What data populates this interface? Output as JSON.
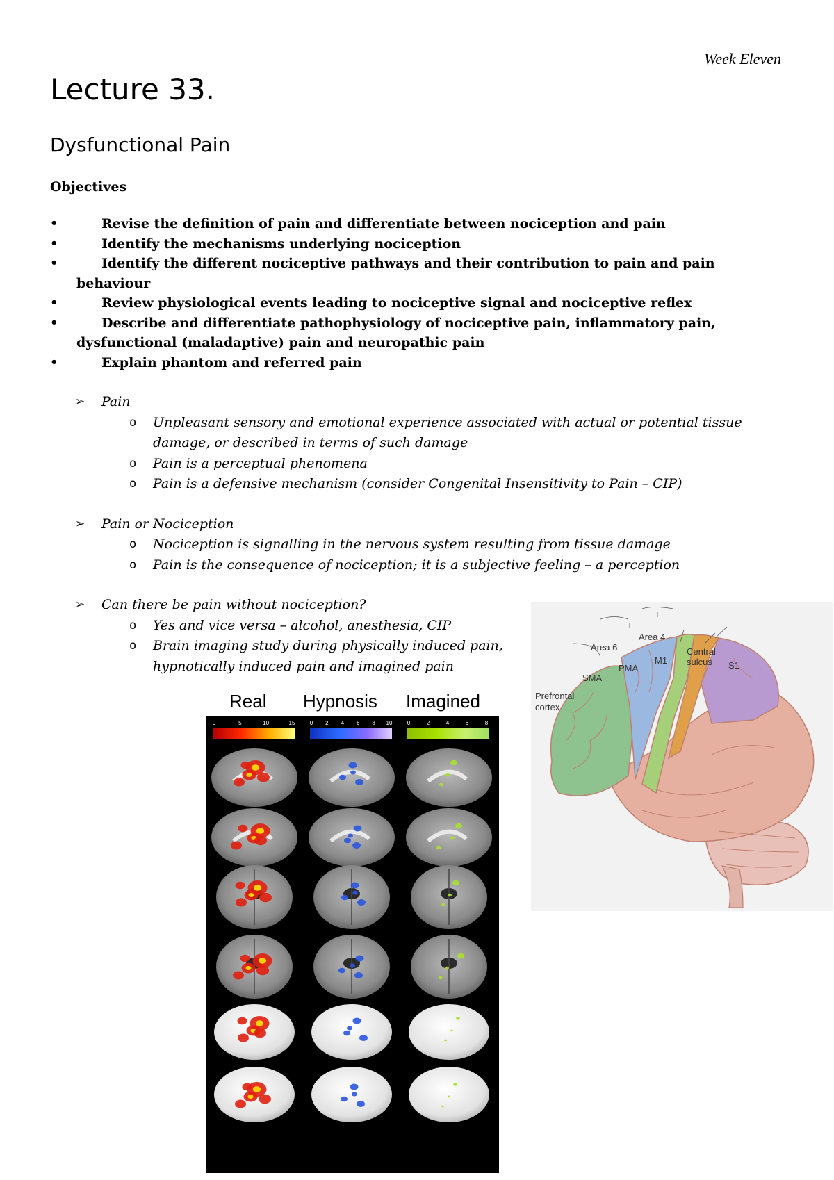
{
  "header": {
    "week": "Week Eleven"
  },
  "title": "Lecture 33.",
  "subtitle": "Dysfunctional Pain",
  "objectives": {
    "heading": "Objectives",
    "items": [
      "Revise the definition of pain and differentiate between nociception and pain",
      "Identify the mechanisms underlying nociception",
      "Identify the different nociceptive pathways and their contribution to pain and pain behaviour",
      "Review physiological events leading to nociceptive signal and nociceptive reflex",
      "Describe and differentiate pathophysiology of nociceptive pain, inflammatory pain, dysfunctional (maladaptive) pain and neuropathic pain",
      "Explain phantom and referred pain"
    ]
  },
  "sections": [
    {
      "heading": "Pain",
      "points": [
        "Unpleasant sensory and emotional experience associated with actual or potential tissue damage, or described in terms of such damage",
        "Pain is a perceptual phenomena",
        "Pain is a defensive mechanism (consider Congenital Insensitivity to Pain – CIP)"
      ]
    },
    {
      "heading": "Pain or Nociception",
      "points": [
        "Nociception is signalling in the nervous system resulting from tissue damage",
        "Pain is the consequence of nociception; it is a subjective feeling – a perception"
      ]
    },
    {
      "heading": "Can there be pain without nociception?",
      "points": [
        "Yes and vice versa – alcohol, anesthesia, CIP",
        "Brain imaging study during physically induced pain, hypnotically induced pain and imagined pain"
      ]
    }
  ],
  "fmri_figure": {
    "columns": [
      "Real",
      "Hypnosis",
      "Imagined"
    ],
    "scales": [
      {
        "ticks": [
          "0",
          "5",
          "10",
          "15"
        ],
        "colors": [
          "#b00000",
          "#ff2a00",
          "#ffb000",
          "#ffff80"
        ]
      },
      {
        "ticks": [
          "0",
          "2",
          "4",
          "6",
          "8",
          "10"
        ],
        "colors": [
          "#1030c0",
          "#2a6bff",
          "#8b6bff",
          "#e0d0ff"
        ]
      },
      {
        "ticks": [
          "0",
          "2",
          "4",
          "6",
          "8"
        ],
        "colors": [
          "#8fbf00",
          "#a8e000",
          "#c8f070",
          "#a0e060"
        ]
      }
    ],
    "colors": {
      "real": "#e02010",
      "hypnosis": "#2a55e0",
      "imagined": "#a8e030"
    }
  },
  "brain_figure": {
    "labels": {
      "area4": "Area 4",
      "area6": "Area 6",
      "central": "Central",
      "sulcus": "sulcus",
      "pma": "PMA",
      "m1": "M1",
      "s1": "S1",
      "sma": "SMA",
      "prefrontal": "Prefrontal",
      "cortex": "cortex"
    },
    "colors": {
      "prefrontal": "#8ec28e",
      "premotor": "#9bb8e0",
      "motor": "#a6cf7a",
      "somatosensory": "#e0a04a",
      "parietal": "#b89ad0",
      "temporal": "#e6b0a0",
      "outline": "#c08070"
    }
  }
}
